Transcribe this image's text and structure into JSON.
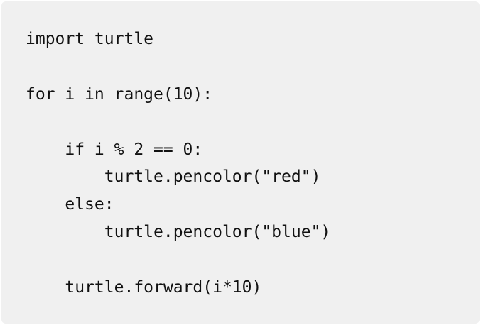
{
  "code": {
    "lines": [
      "import turtle",
      "",
      "for i in range(10):",
      "",
      "    if i % 2 == 0:",
      "        turtle.pencolor(\"red\")",
      "    else:",
      "        turtle.pencolor(\"blue\")",
      "",
      "    turtle.forward(i*10)"
    ]
  }
}
